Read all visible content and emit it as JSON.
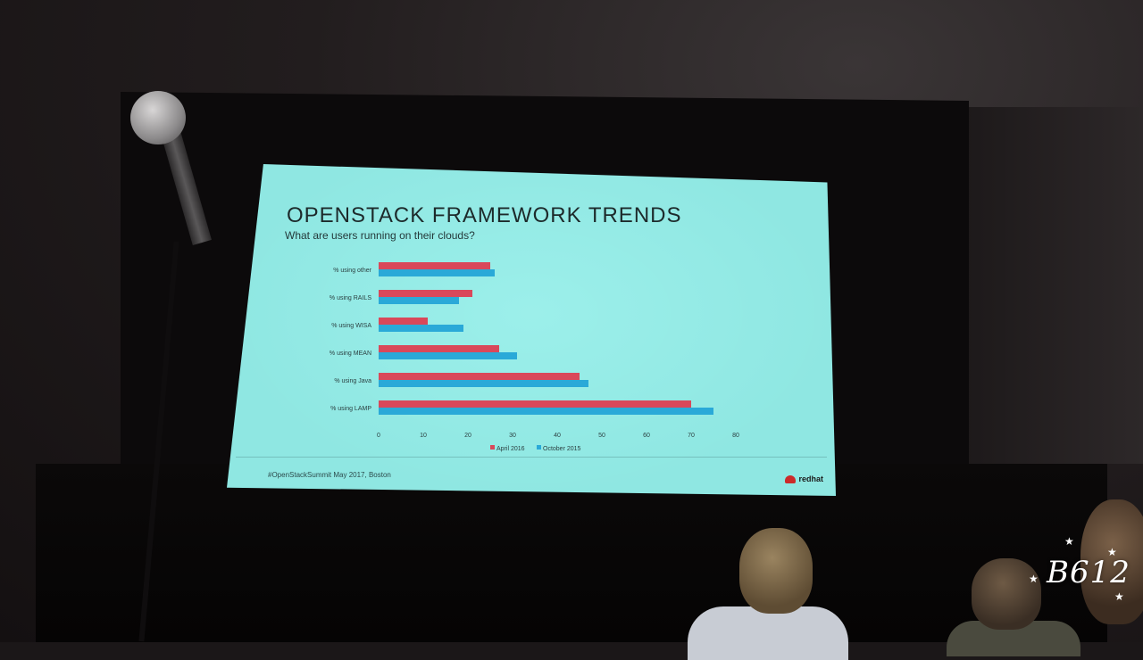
{
  "slide": {
    "title": "OPENSTACK FRAMEWORK TRENDS",
    "subtitle": "What are users running on their clouds?",
    "footer": "#OpenStackSummit May 2017, Boston",
    "logo_text": "redhat"
  },
  "watermark": "B612",
  "colors": {
    "screen": "#8fe7e2",
    "april_2016": "#d9485a",
    "october_2015": "#2aa9d8"
  },
  "chart_data": {
    "type": "bar",
    "orientation": "horizontal",
    "categories": [
      "% using other",
      "% using RAILS",
      "% using WISA",
      "% using MEAN",
      "% using Java",
      "% using LAMP"
    ],
    "series": [
      {
        "name": "April 2016",
        "values": [
          25,
          21,
          11,
          27,
          45,
          70
        ]
      },
      {
        "name": "October 2015",
        "values": [
          26,
          18,
          19,
          31,
          47,
          75
        ]
      }
    ],
    "xlim": [
      0,
      80
    ],
    "xticks": [
      "0",
      "10",
      "20",
      "30",
      "40",
      "50",
      "60",
      "70",
      "80"
    ],
    "legend_position": "bottom-center",
    "grid": false
  }
}
